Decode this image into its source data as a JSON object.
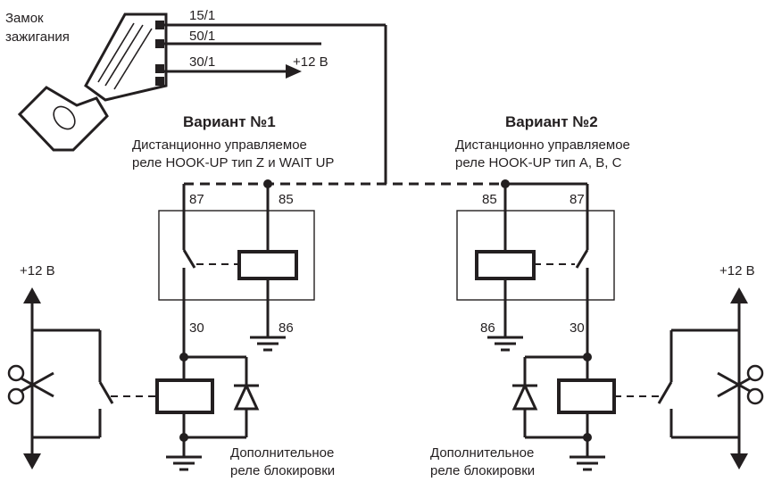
{
  "ignition": {
    "title_line1": "Замок",
    "title_line2": "зажигания"
  },
  "terminals": {
    "t15": "15/1",
    "t50": "50/1",
    "t30": "30/1",
    "supply": "+12 В"
  },
  "variant1": {
    "title": "Вариант №1",
    "desc_line1": "Дистанционно управляемое",
    "desc_line2": "реле HOOK-UP тип Z и WAIT UP",
    "pin87": "87",
    "pin85": "85",
    "pin30": "30",
    "pin86": "86"
  },
  "variant2": {
    "title": "Вариант №2",
    "desc_line1": "Дистанционно управляемое",
    "desc_line2": "реле HOOK-UP тип A, B, C",
    "pin85": "85",
    "pin87": "87",
    "pin86": "86",
    "pin30": "30"
  },
  "left_side": {
    "supply": "+12 В",
    "relay_line1": "Дополнительное",
    "relay_line2": "реле блокировки"
  },
  "right_side": {
    "supply": "+12 В",
    "relay_line1": "Дополнительное",
    "relay_line2": "реле блокировки"
  }
}
